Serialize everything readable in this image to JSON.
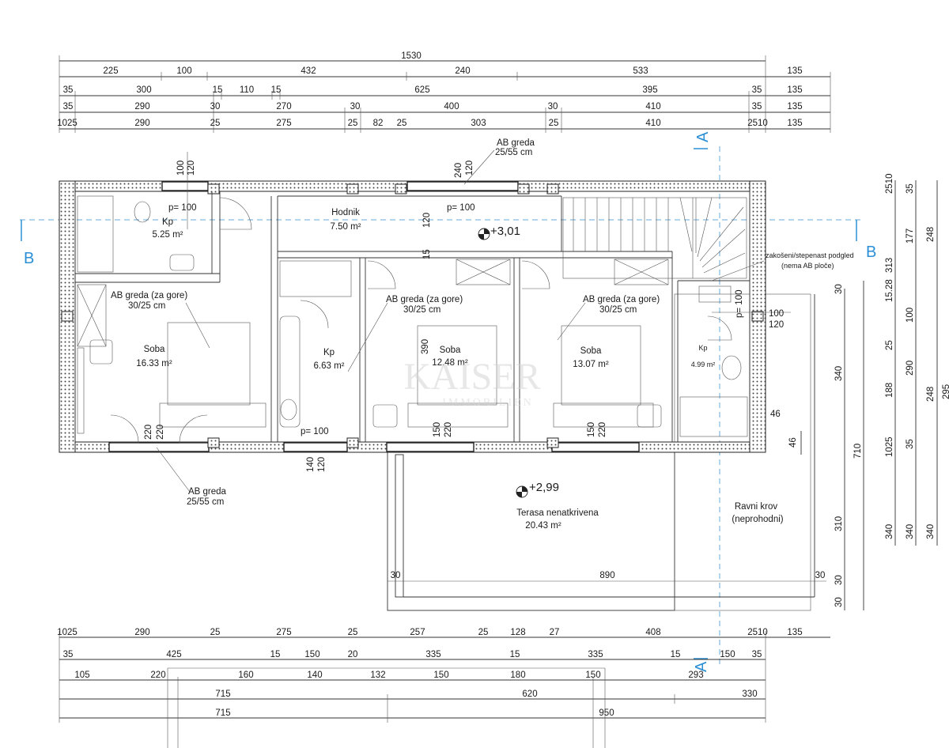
{
  "title": "",
  "dimensions": {
    "top_row1": [
      "1530"
    ],
    "top_row2": [
      "225",
      "100",
      "432",
      "240",
      "533",
      "135"
    ],
    "top_row3": [
      "35",
      "300",
      "15",
      "110",
      "15",
      "625",
      "395",
      "35",
      "135"
    ],
    "top_row4": [
      "35",
      "290",
      "30",
      "270",
      "30",
      "400",
      "30",
      "410",
      "35",
      "135"
    ],
    "top_row5": [
      "1025",
      "290",
      "25",
      "275",
      "25",
      "82",
      "25",
      "303",
      "25",
      "410",
      "2510",
      "135"
    ],
    "bottom_row1": [
      "1025",
      "290",
      "25",
      "275",
      "25",
      "257",
      "25",
      "128",
      "27",
      "408",
      "2510",
      "135"
    ],
    "bottom_row2": [
      "35",
      "425",
      "15",
      "150",
      "20",
      "335",
      "15",
      "335",
      "15",
      "150",
      "35"
    ],
    "bottom_row3": [
      "105",
      "220",
      "160",
      "140",
      "132",
      "150",
      "180",
      "150",
      "293"
    ],
    "bottom_row4": [
      "715",
      "620",
      "330"
    ],
    "bottom_row5": [
      "715",
      "950"
    ],
    "right_col1": [
      "2510",
      "313",
      "15.28",
      "15",
      "25",
      "188",
      "1025",
      "340"
    ],
    "right_col2": [
      "35",
      "177",
      "100",
      "290",
      "35",
      "340"
    ],
    "right_col3": [
      "248",
      "248",
      "340"
    ],
    "right_col4": [
      "340",
      "710",
      "310",
      "30"
    ],
    "right_col5": [
      "30",
      "30",
      "30"
    ],
    "right_edge": "295",
    "terrace": [
      "30",
      "890",
      "30"
    ],
    "openings": [
      "100",
      "120",
      "240",
      "120",
      "120",
      "15",
      "390",
      "220",
      "220",
      "150",
      "220",
      "150",
      "220",
      "140",
      "120",
      "100",
      "120",
      "46",
      "46"
    ],
    "pressure": [
      "p= 100",
      "p= 100",
      "p= 100",
      "p= 100"
    ]
  },
  "rooms": {
    "kp1": {
      "name": "Kp",
      "area": "5.25 m²"
    },
    "hodnik": {
      "name": "Hodnik",
      "area": "7.50 m²"
    },
    "soba1": {
      "name": "Soba",
      "area": "16.33 m²"
    },
    "kp2": {
      "name": "Kp",
      "area": "6.63 m²"
    },
    "soba2": {
      "name": "Soba",
      "area": "12.48 m²"
    },
    "soba3": {
      "name": "Soba",
      "area": "13.07 m²"
    },
    "kp3": {
      "name": "Kp",
      "area": "4.99 m²"
    },
    "terasa": {
      "name": "Terasa nenatkrivena",
      "area": "20.43 m²"
    },
    "krov": {
      "name": "Ravni krov",
      "sub": "(neprohodni)"
    }
  },
  "levels": {
    "upper": "+3,01",
    "terrace": "+2,99"
  },
  "beams": {
    "b1": {
      "name": "AB greda",
      "size": "25/55 cm"
    },
    "b2": {
      "name": "AB greda (za gore)",
      "size": "30/25 cm"
    },
    "b3": {
      "name": "AB greda (za gore)",
      "size": "30/25 cm"
    },
    "b4": {
      "name": "AB greda (za gore)",
      "size": "30/25 cm"
    },
    "b5": {
      "name": "AB greda",
      "size": "25/55 cm"
    }
  },
  "notes": {
    "ceiling": "zakošeni/stepenast podgled",
    "ceiling_sub": "(nema AB ploče)"
  },
  "sections": {
    "a_top": "A",
    "a_bottom": "A",
    "b_left": "B",
    "b_right": "B"
  },
  "watermark": {
    "line1": "KAISER",
    "line2": "IMMOBILIEN"
  }
}
